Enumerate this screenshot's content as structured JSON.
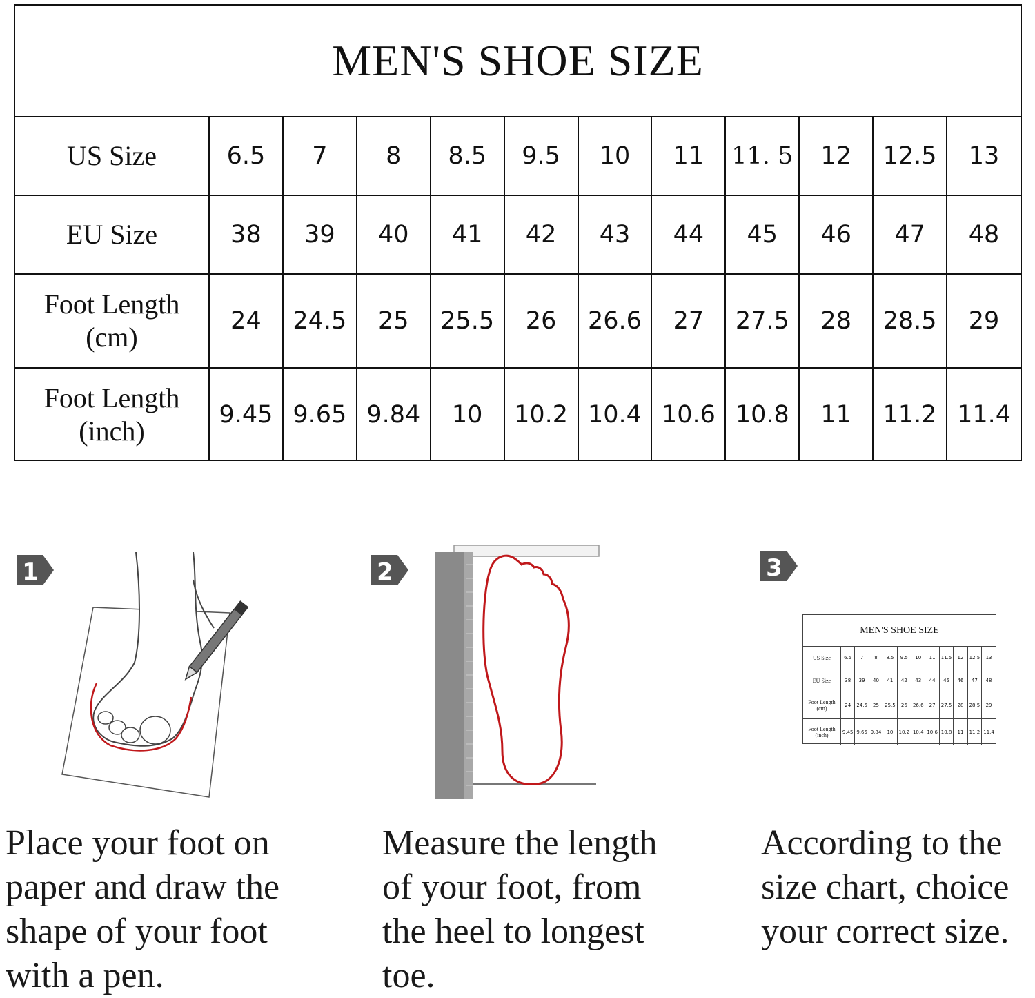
{
  "title": "MEN'S SHOE SIZE",
  "rows": [
    {
      "label": [
        "US Size"
      ],
      "values": [
        "6.5",
        "7",
        "8",
        "8.5",
        "9.5",
        "10",
        "11",
        "11. 5",
        "12",
        "12.5",
        "13"
      ]
    },
    {
      "label": [
        "EU Size"
      ],
      "values": [
        "38",
        "39",
        "40",
        "41",
        "42",
        "43",
        "44",
        "45",
        "46",
        "47",
        "48"
      ]
    },
    {
      "label": [
        "Foot Length",
        "(cm)"
      ],
      "values": [
        "24",
        "24.5",
        "25",
        "25.5",
        "26",
        "26.6",
        "27",
        "27.5",
        "28",
        "28.5",
        "29"
      ]
    },
    {
      "label": [
        "Foot Length",
        "(inch)"
      ],
      "values": [
        "9.45",
        "9.65",
        "9.84",
        "10",
        "10.2",
        "10.4",
        "10.6",
        "10.8",
        "11",
        "11.2",
        "11.4"
      ]
    }
  ],
  "steps": [
    {
      "number": "1",
      "text": [
        "Place your foot on",
        "paper and draw the",
        "shape of your foot",
        "with a pen."
      ]
    },
    {
      "number": "2",
      "text": [
        "Measure the length",
        "of your foot, from",
        "the heel to longest",
        "toe."
      ]
    },
    {
      "number": "3",
      "text": [
        "According to the",
        "size chart, choice",
        "your correct size."
      ]
    }
  ],
  "mini_chart": {
    "title": "MEN'S SHOE SIZE",
    "rows": [
      {
        "label": [
          "US Size"
        ],
        "values": [
          "6.5",
          "7",
          "8",
          "8.5",
          "9.5",
          "10",
          "11",
          "11.5",
          "12",
          "12.5",
          "13"
        ]
      },
      {
        "label": [
          "EU Size"
        ],
        "values": [
          "38",
          "39",
          "40",
          "41",
          "42",
          "43",
          "44",
          "45",
          "46",
          "47",
          "48"
        ]
      },
      {
        "label": [
          "Foot Length",
          "(cm)"
        ],
        "values": [
          "24",
          "24.5",
          "25",
          "25.5",
          "26",
          "26.6",
          "27",
          "27.5",
          "28",
          "28.5",
          "29"
        ]
      },
      {
        "label": [
          "Foot Length",
          "(inch)"
        ],
        "values": [
          "9.45",
          "9.65",
          "9.84",
          "10",
          "10.2",
          "10.4",
          "10.6",
          "10.8",
          "11",
          "11.2",
          "11.4"
        ]
      }
    ]
  },
  "colors": {
    "outline": "#c0181b",
    "badge": "#555555",
    "ruler": "#8a8a8a",
    "border": "#111111"
  }
}
